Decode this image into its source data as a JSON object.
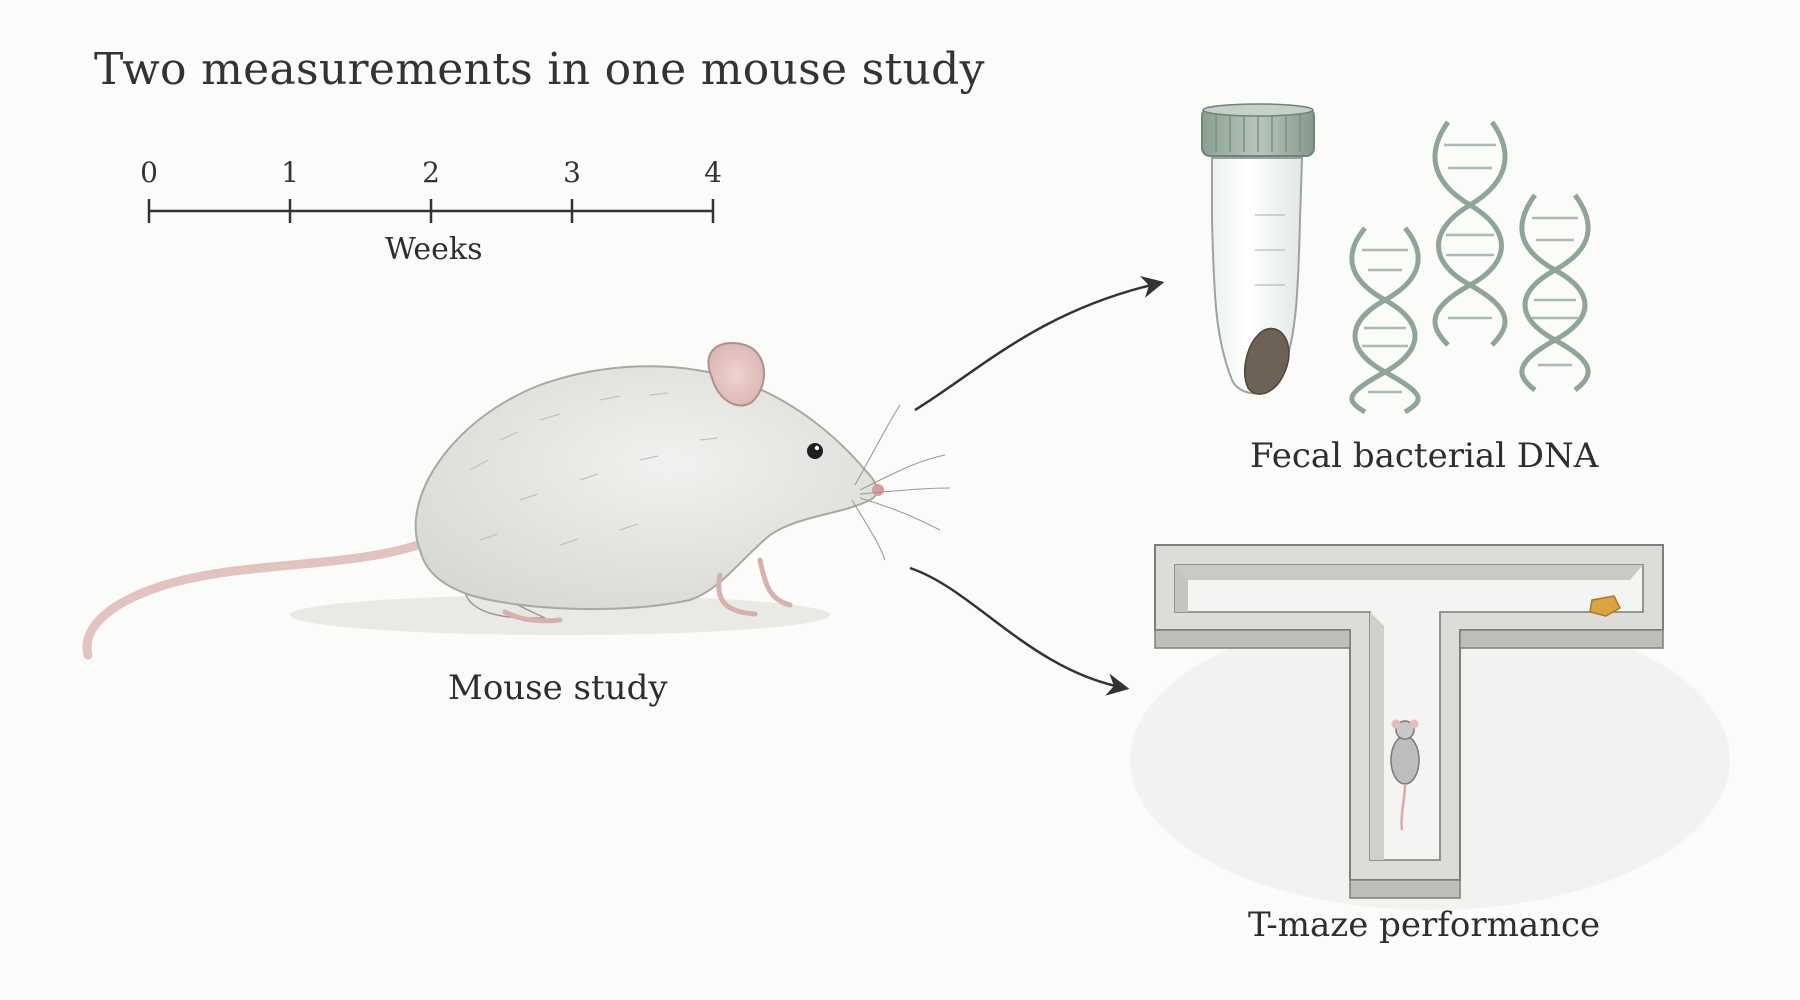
{
  "title": "Two measurements in one mouse study",
  "timeline": {
    "ticks": [
      "0",
      "1",
      "2",
      "3",
      "4"
    ],
    "axis_label": "Weeks"
  },
  "labels": {
    "mouse": "Mouse study",
    "dna": "Fecal bacterial DNA",
    "maze": "T-maze performance"
  },
  "colors": {
    "mouse_fur": "#e6e6e3",
    "ear_tail_pink": "#e3c3c0",
    "tube_cap": "#9fb3a5",
    "dna_strand": "#8fa597",
    "maze_wall": "#cfcfcc",
    "food_pellet": "#d9a441",
    "arrow": "#333333"
  },
  "icons": [
    "mouse-illustration",
    "sample-tube-icon",
    "dna-helix-icon",
    "t-maze-illustration"
  ]
}
